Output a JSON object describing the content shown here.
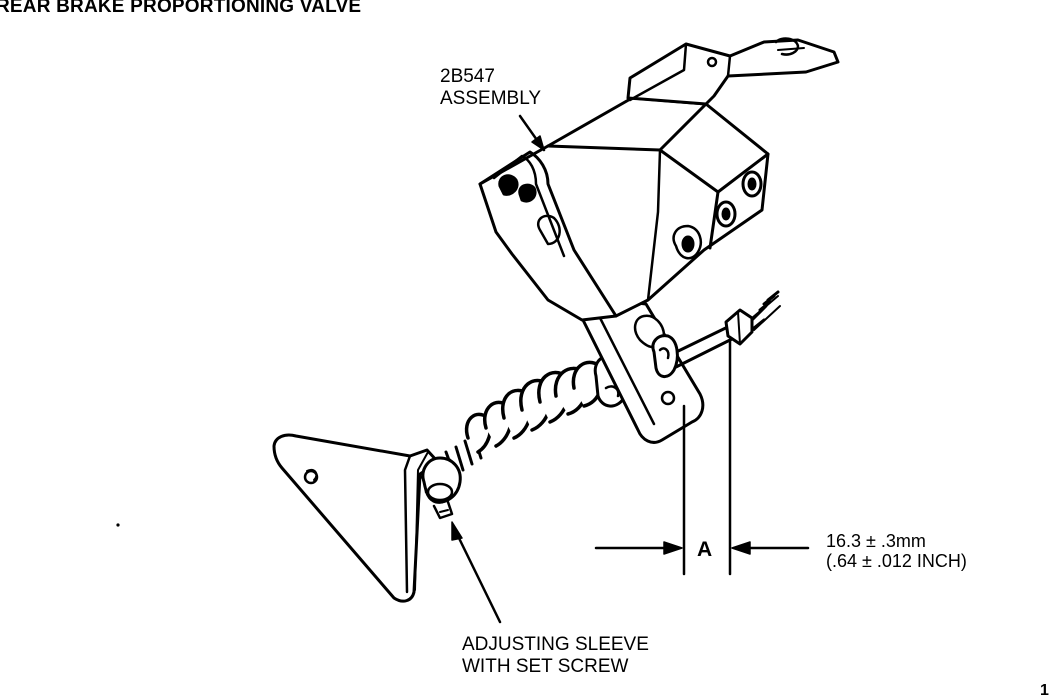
{
  "diagram": {
    "title": "REAR BRAKE PROPORTIONING VALVE",
    "assembly_label": {
      "line1": "2B547",
      "line2": "ASSEMBLY"
    },
    "sleeve_label": {
      "line1": "ADJUSTING SLEEVE",
      "line2": "WITH SET SCREW"
    },
    "dimension": {
      "letter": "A",
      "metric": "16.3 ± .3mm",
      "imperial": "(.64 ± .012 INCH)"
    },
    "corner_mark": "1",
    "stroke_color": "#000000",
    "fill_color": "#ffffff"
  }
}
